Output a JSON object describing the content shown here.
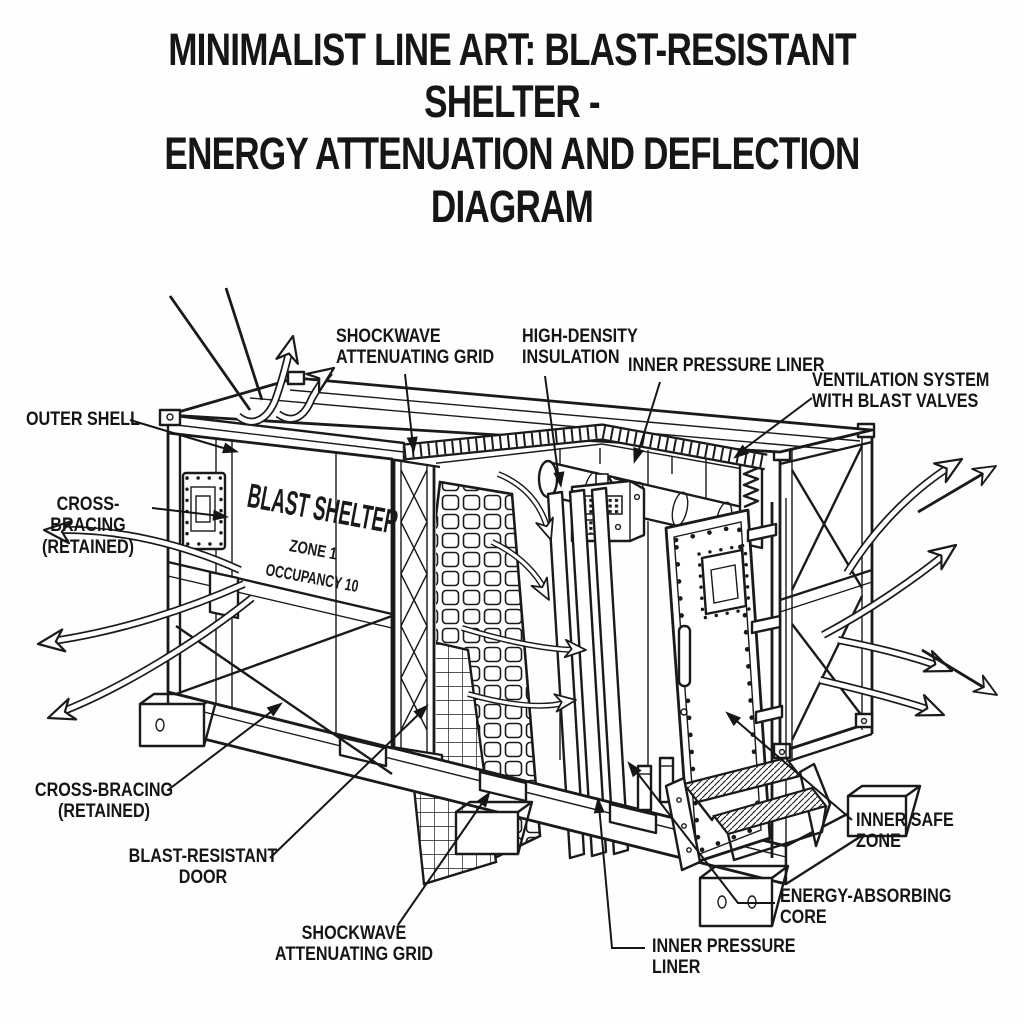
{
  "title": {
    "line1": "MINIMALIST LINE ART: BLAST-RESISTANT SHELTER -",
    "line2": "ENERGY ATTENUATION AND DEFLECTION DIAGRAM"
  },
  "stencil": {
    "name": "BLAST SHELTER",
    "zone": "ZONE 1",
    "occupancy": "OCCUPANCY 10"
  },
  "labels": {
    "shockwave_grid_top": "SHOCKWAVE\nATTENUATING GRID",
    "high_density_insulation": "HIGH-DENSITY\nINSULATION",
    "inner_pressure_liner_top": "INNER PRESSURE LINER",
    "ventilation_system": "VENTILATION SYSTEM\nWITH BLAST VALVES",
    "outer_shell": "OUTER SHELL",
    "cross_bracing_upper": "CROSS-BRACING\n(RETAINED)",
    "cross_bracing_lower": "CROSS-BRACING\n(RETAINED)",
    "blast_resistant_door": "BLAST-RESISTANT\nDOOR",
    "shockwave_grid_bottom": "SHOCKWAVE\nATTENUATING GRID",
    "inner_pressure_liner_bottom": "INNER PRESSURE\nLINER",
    "inner_safe_zone": "INNER SAFE ZONE",
    "energy_absorbing_core": "ENERGY-ABSORBING\nCORE"
  },
  "colors": {
    "ink": "#1a1a1a",
    "paper": "#fefefe"
  }
}
